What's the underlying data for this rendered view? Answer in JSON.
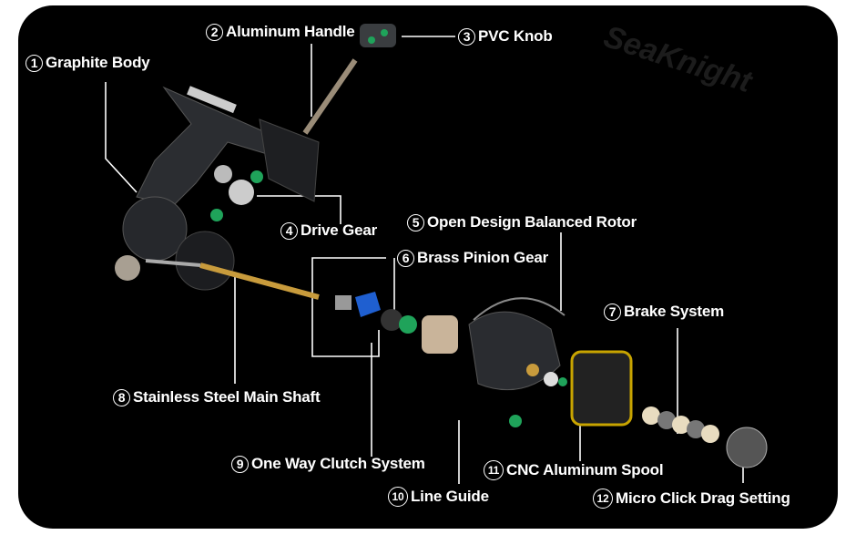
{
  "brand_watermark": "SeaKnight",
  "labels": [
    {
      "num": "1",
      "text": "Graphite Body"
    },
    {
      "num": "2",
      "text": "Aluminum Handle"
    },
    {
      "num": "3",
      "text": "PVC Knob"
    },
    {
      "num": "4",
      "text": "Drive Gear"
    },
    {
      "num": "5",
      "text": "Open Design Balanced Rotor"
    },
    {
      "num": "6",
      "text": "Brass Pinion Gear"
    },
    {
      "num": "7",
      "text": "Brake System"
    },
    {
      "num": "8",
      "text": "Stainless Steel Main Shaft"
    },
    {
      "num": "9",
      "text": "One Way Clutch System"
    },
    {
      "num": "10",
      "text": "Line Guide"
    },
    {
      "num": "11",
      "text": "CNC Aluminum Spool"
    },
    {
      "num": "12",
      "text": "Micro Click Drag Setting"
    }
  ],
  "colors": {
    "background": "#000000",
    "text": "#ffffff",
    "accent_green": "#1fa35a",
    "accent_blue": "#1f5fd0",
    "brass": "#c89b3c"
  }
}
